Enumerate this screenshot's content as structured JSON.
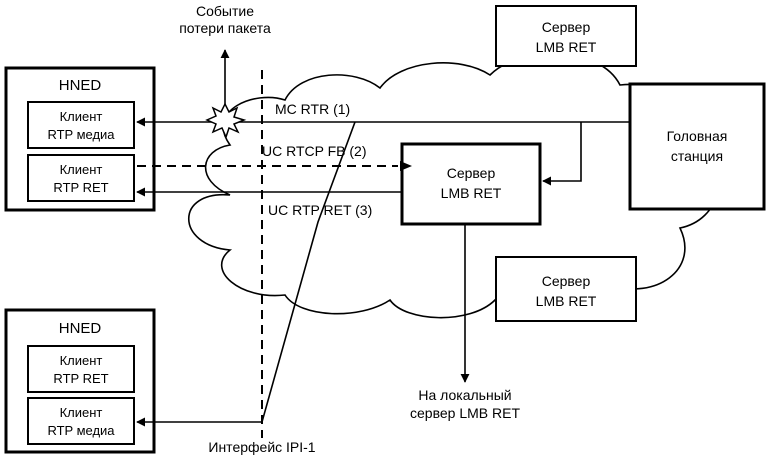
{
  "loss_event": [
    "Событие",
    "потери пакета"
  ],
  "hned": "HNED",
  "client_media": [
    "Клиент",
    "RTP медиа"
  ],
  "client_ret": [
    "Клиент",
    "RTP RET"
  ],
  "server_lmb": [
    "Сервер",
    "LMB RET"
  ],
  "headend": [
    "Головная",
    "станция"
  ],
  "flows": {
    "mc": "MC RTR (1)",
    "rtcp": "UC RTCP FB (2)",
    "rtp": "UC RTP RET (3)"
  },
  "local_server": [
    "На локальный",
    "сервер LMB RET"
  ],
  "interface": "Интерфейс IPI-1"
}
